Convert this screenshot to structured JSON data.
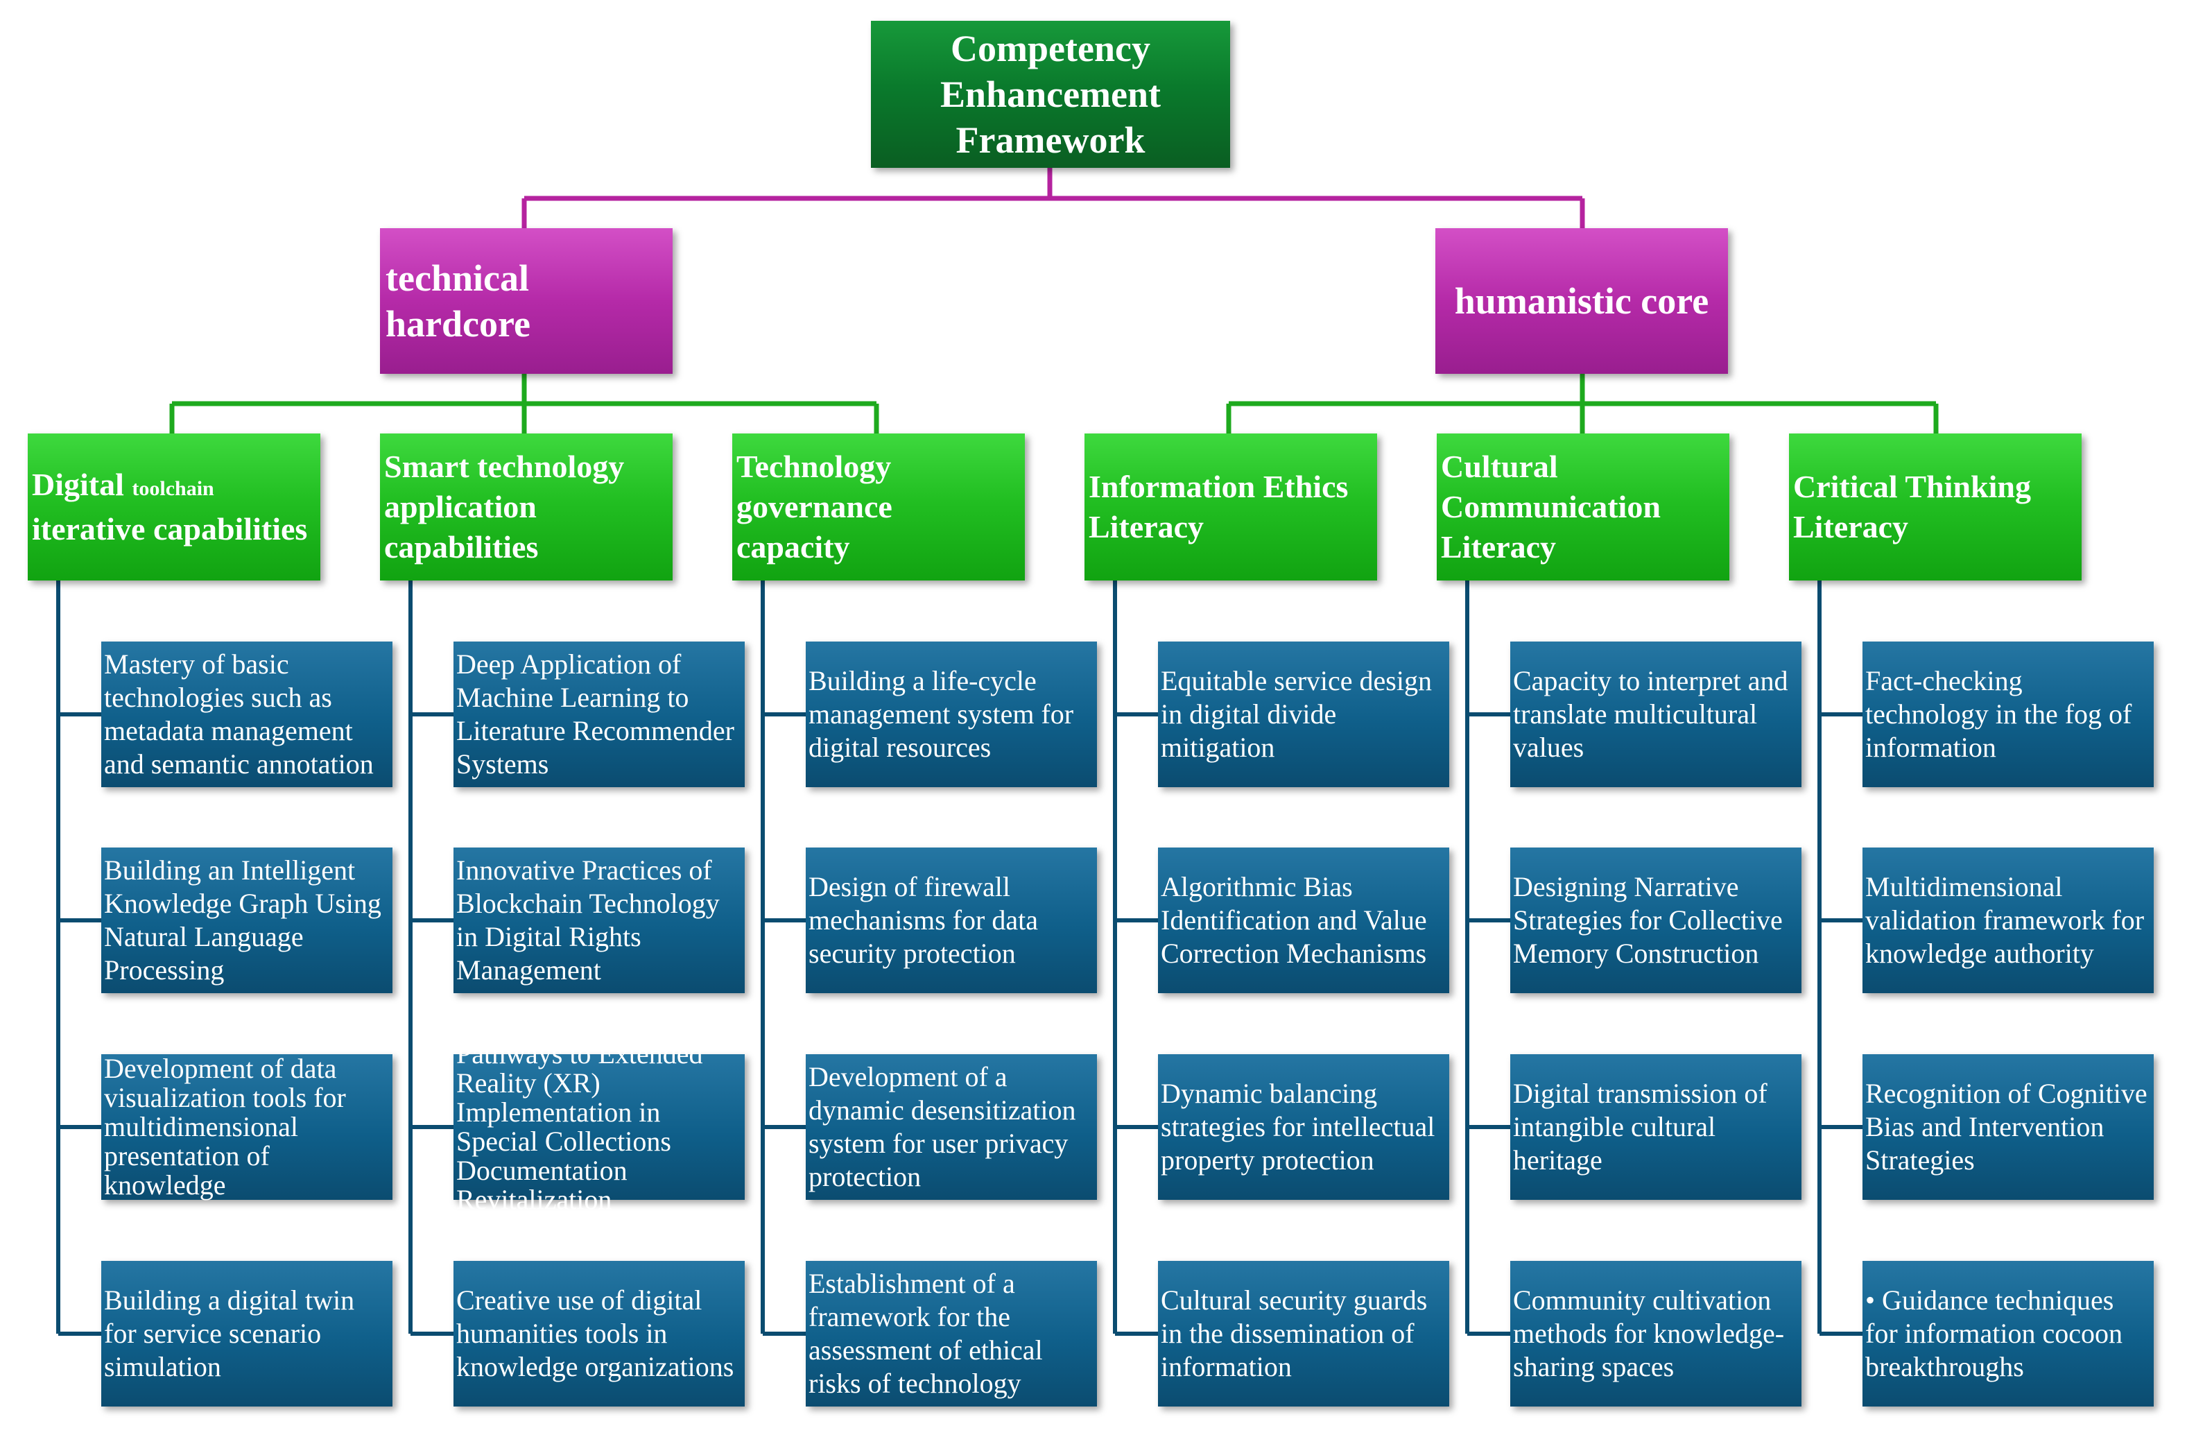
{
  "root": {
    "title": "Competency Enhancement Framework"
  },
  "branches": [
    {
      "label": "technical hardcore"
    },
    {
      "label": "humanistic core"
    }
  ],
  "categories": [
    {
      "label_a": "Digital",
      "label_small": "toolchain",
      "label_b": "iterative capabilities"
    },
    {
      "label": "Smart technology application capabilities"
    },
    {
      "label": "Technology governance capacity"
    },
    {
      "label": "Information Ethics Literacy"
    },
    {
      "label": "Cultural Communication Literacy"
    },
    {
      "label": "Critical Thinking Literacy"
    }
  ],
  "items": [
    [
      " Mastery of basic technologies such as metadata management and semantic annotation",
      "Building an Intelligent Knowledge Graph Using Natural Language Processing",
      "Development of data visualization tools for multidimensional presentation of knowledge",
      "Building a digital twin for service scenario simulation"
    ],
    [
      "Deep Application of Machine Learning to Literature Recommender Systems",
      "Innovative Practices of Blockchain Technology in Digital Rights Management",
      "Pathways to Extended Reality (XR) Implementation in Special Collections Documentation Revitalization",
      "Creative use of digital humanities tools in knowledge organizations"
    ],
    [
      "Building a life-cycle management system for digital resources",
      "Design of firewall mechanisms for data security protection",
      "Development of a dynamic desensitization system for user privacy protection",
      "Establishment of a framework for the assessment of ethical risks of technology"
    ],
    [
      "Equitable service design in digital divide mitigation",
      "Algorithmic Bias Identification and Value Correction Mechanisms",
      "Dynamic balancing strategies for intellectual property protection",
      "Cultural security guards in the dissemination of information"
    ],
    [
      "Capacity to interpret and translate multicultural values",
      "Designing Narrative Strategies for Collective Memory Construction",
      "Digital transmission of intangible cultural heritage",
      "Community cultivation methods for knowledge-sharing spaces"
    ],
    [
      "Fact-checking technology in the fog of information",
      "Multidimensional validation framework for knowledge authority",
      "Recognition of Cognitive Bias and Intervention Strategies",
      "• Guidance techniques for information cocoon breakthroughs"
    ]
  ],
  "colors": {
    "root": "#0a7a2c",
    "branch": "#b52aa8",
    "category": "#22bf22",
    "leaf": "#0f5f8a",
    "connector_top": "#b5239f",
    "connector_mid": "#1eaa1e",
    "connector_leaf": "#0b4c70"
  }
}
